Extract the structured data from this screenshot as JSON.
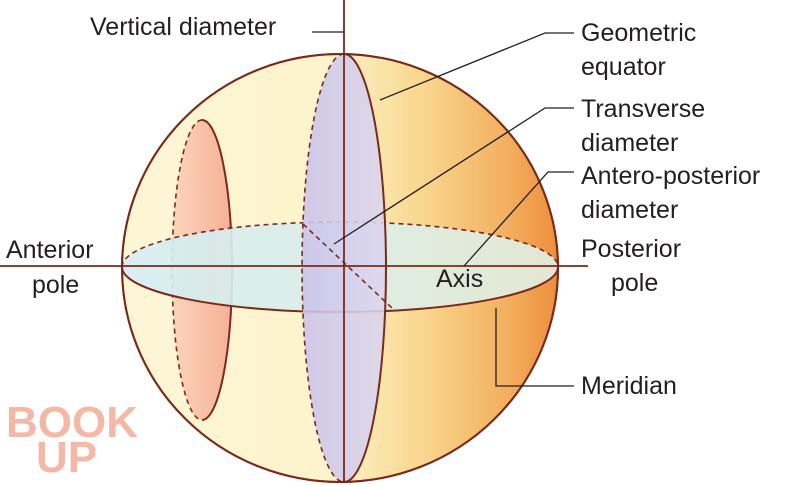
{
  "labels": {
    "vertical_diameter": "Vertical diameter",
    "geometric_equator_line1": "Geometric",
    "geometric_equator_line2": "equator",
    "transverse_diameter_line1": "Transverse",
    "transverse_diameter_line2": "diameter",
    "antero_posterior_line1": "Antero-posterior",
    "antero_posterior_line2": "diameter",
    "anterior_pole_line1": "Anterior",
    "anterior_pole_line2": "pole",
    "posterior_pole_line1": "Posterior",
    "posterior_pole_line2": "pole",
    "axis": "Axis",
    "meridian": "Meridian"
  },
  "watermark": {
    "line1": "BOOK",
    "line2": "UP"
  },
  "colors": {
    "outline": "#7a2a1a",
    "sphere_light": "#fdf5d2",
    "sphere_dark": "#ef9440",
    "horizontal_plane": "#d6ecf0",
    "vertical_plane": "#cfc8ec",
    "meridian_plane": "#f7b59a",
    "watermark": "#f4b8a6"
  }
}
